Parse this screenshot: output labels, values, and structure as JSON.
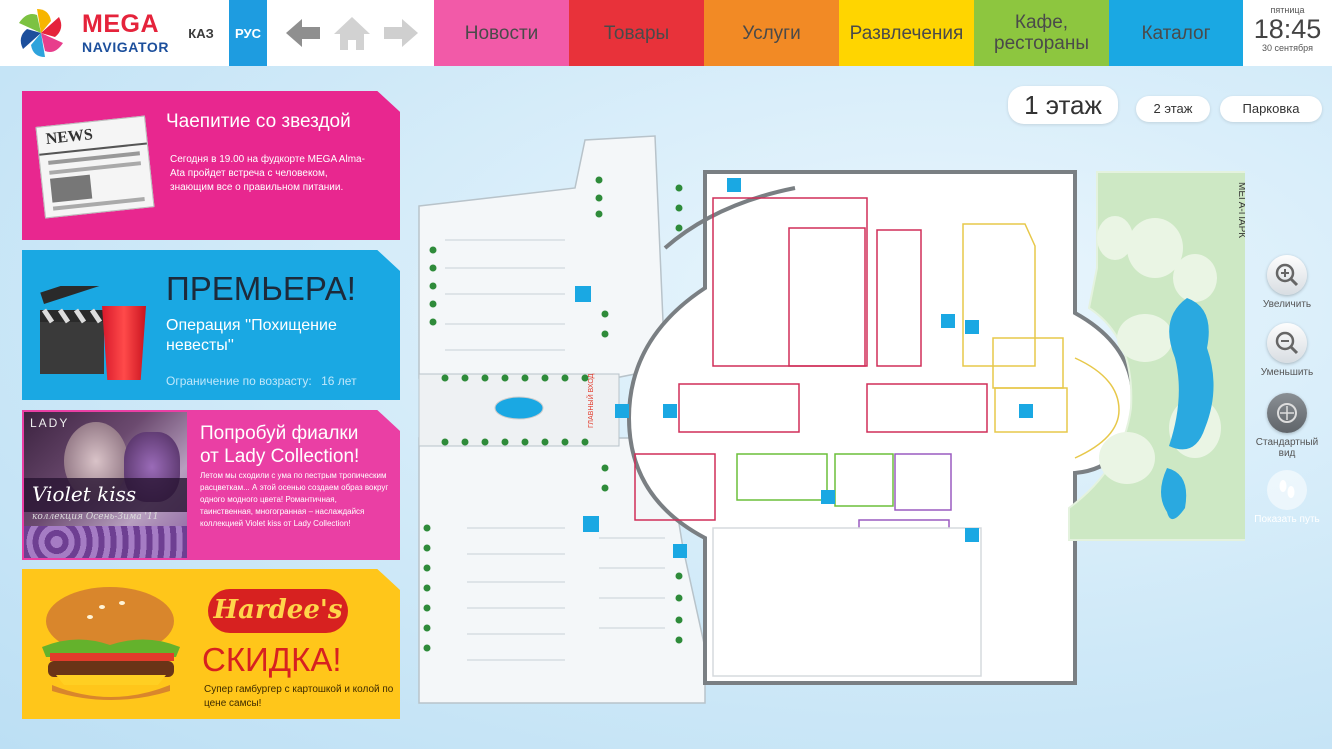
{
  "brand": {
    "line1": "MEGA",
    "line2": "NAVIGATOR"
  },
  "languages": [
    {
      "label": "КАЗ",
      "active": false
    },
    {
      "label": "РУС",
      "active": true
    }
  ],
  "nav_icons": [
    "arrow-left-icon",
    "home-icon",
    "arrow-right-icon"
  ],
  "tabs": [
    {
      "label": "Новости",
      "color": "#f25aa8"
    },
    {
      "label": "Товары",
      "color": "#e8323a"
    },
    {
      "label": "Услуги",
      "color": "#f28a25"
    },
    {
      "label": "Развлечения",
      "color": "#ffd500"
    },
    {
      "label": "Кафе,\nрестораны",
      "color": "#8dc63f"
    },
    {
      "label": "Каталог",
      "color": "#1aa8e3"
    }
  ],
  "clock": {
    "day": "пятница",
    "time": "18:45",
    "date": "30 сентября"
  },
  "promos": [
    {
      "title": "Чаепитие со звездой",
      "body": "Сегодня в 19.00 на фудкорте MEGA Alma-Ata пройдет встреча с человеком, знающим все о правильном питании.",
      "image_label": "NEWS"
    },
    {
      "title": "ПРЕМЬЕРА!",
      "subtitle": "Операция ''Похищение невесты''",
      "age_label": "Ограничение по возрасту:",
      "age_value": "16 лет"
    },
    {
      "title": "Попробуй фиалки от Lady Collection!",
      "body": "Летом мы сходили с ума по пестрым тропическим расцветкам... А этой осенью создаем образ вокруг одного модного цвета! Романтичная, таинственная, многогранная – наслаждайся коллекцией Violet kiss от Lady Collection!",
      "image_brand": "LADY",
      "image_script": "Violet kiss",
      "image_caption": "коллекция Осень-Зима '11"
    },
    {
      "title": "СКИДКА!",
      "brand": "Hardee's",
      "body": "Супер гамбургер с картошкой и колой по цене самсы!"
    }
  ],
  "floors": [
    {
      "label": "1 этаж",
      "active": true
    },
    {
      "label": "2 этаж",
      "active": false
    },
    {
      "label": "Парковка",
      "active": false
    }
  ],
  "map_labels": {
    "park": "МЕГА-ПАРК",
    "entrance": "ГЛАВНЫЙ ВХОД"
  },
  "controls": [
    {
      "label": "Увеличить",
      "icon": "zoom-in-icon"
    },
    {
      "label": "Уменьшить",
      "icon": "zoom-out-icon"
    },
    {
      "label": "Стандартный вид",
      "icon": "reset-view-icon"
    },
    {
      "label": "Показать путь",
      "icon": "footsteps-icon"
    }
  ]
}
